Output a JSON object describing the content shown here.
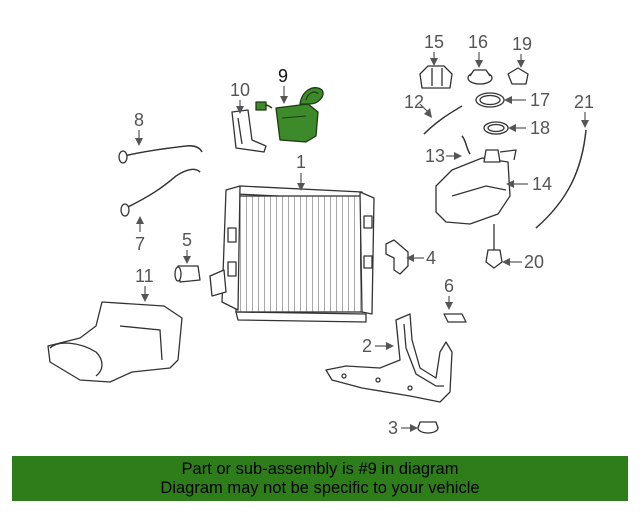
{
  "diagram": {
    "highlighted_part": "9",
    "highlight_color": "#3d8a2a",
    "callouts": {
      "c1": "1",
      "c2": "2",
      "c3": "3",
      "c4": "4",
      "c5": "5",
      "c6": "6",
      "c7": "7",
      "c8": "8",
      "c9": "9",
      "c10": "10",
      "c11": "11",
      "c12": "12",
      "c13": "13",
      "c14": "14",
      "c15": "15",
      "c16": "16",
      "c17": "17",
      "c18": "18",
      "c19": "19",
      "c20": "20",
      "c21": "21"
    }
  },
  "banner": {
    "color": "#2e7d1b",
    "line1": "Part or sub-assembly is #9 in diagram",
    "line2": "Diagram may not be specific to your vehicle"
  }
}
